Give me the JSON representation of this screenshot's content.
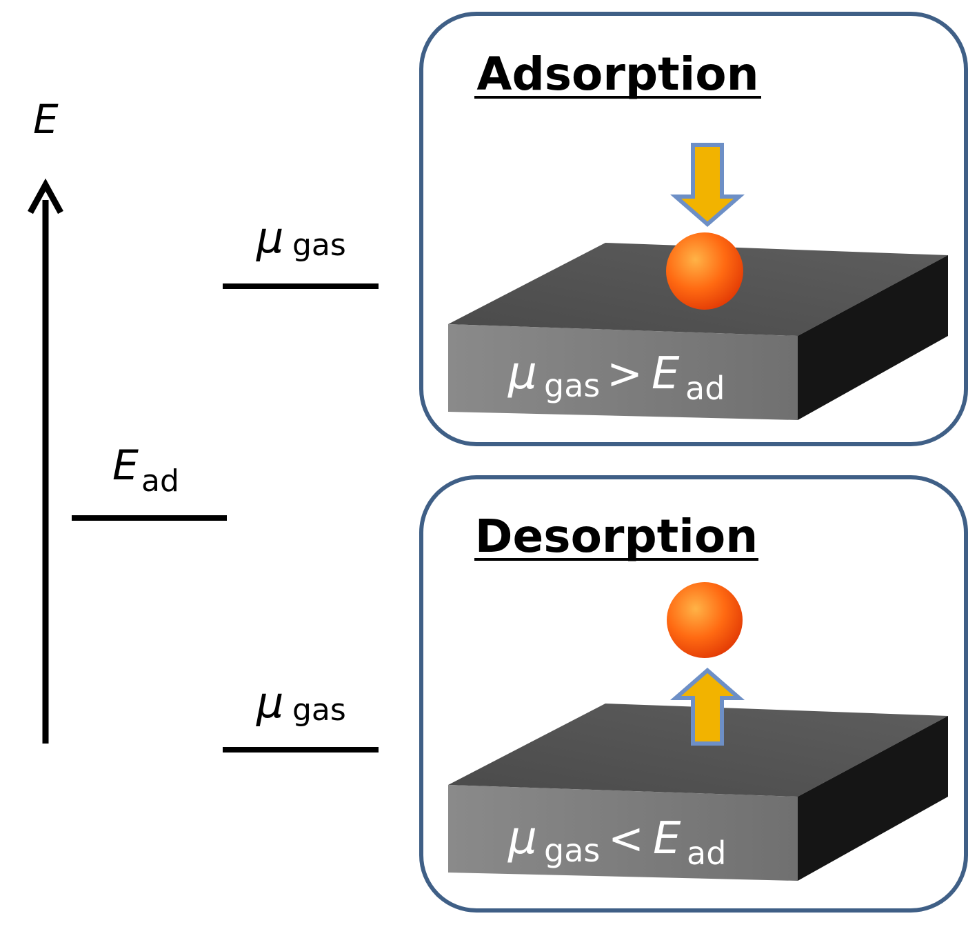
{
  "axis": {
    "label": "E"
  },
  "levels": [
    {
      "symbol": "μ",
      "subscript": "gas"
    },
    {
      "symbol": "E",
      "subscript": "ad"
    },
    {
      "symbol": "μ",
      "subscript": "gas"
    }
  ],
  "panels": [
    {
      "title": "Adsorption",
      "relation": {
        "left_symbol": "μ",
        "left_sub": "gas",
        "operator": ">",
        "right_symbol": "E",
        "right_sub": "ad"
      },
      "arrow_direction": "down"
    },
    {
      "title": "Desorption",
      "relation": {
        "left_symbol": "μ",
        "left_sub": "gas",
        "operator": "<",
        "right_symbol": "E",
        "right_sub": "ad"
      },
      "arrow_direction": "up"
    }
  ],
  "colors": {
    "panel_border": "#3f5f86",
    "slab_top": "#555555",
    "slab_front": "#7c7c7c",
    "slab_side": "#151515",
    "arrow_fill": "#f2b300",
    "arrow_stroke": "#6d8fc6",
    "ball": "#ff5a10"
  }
}
